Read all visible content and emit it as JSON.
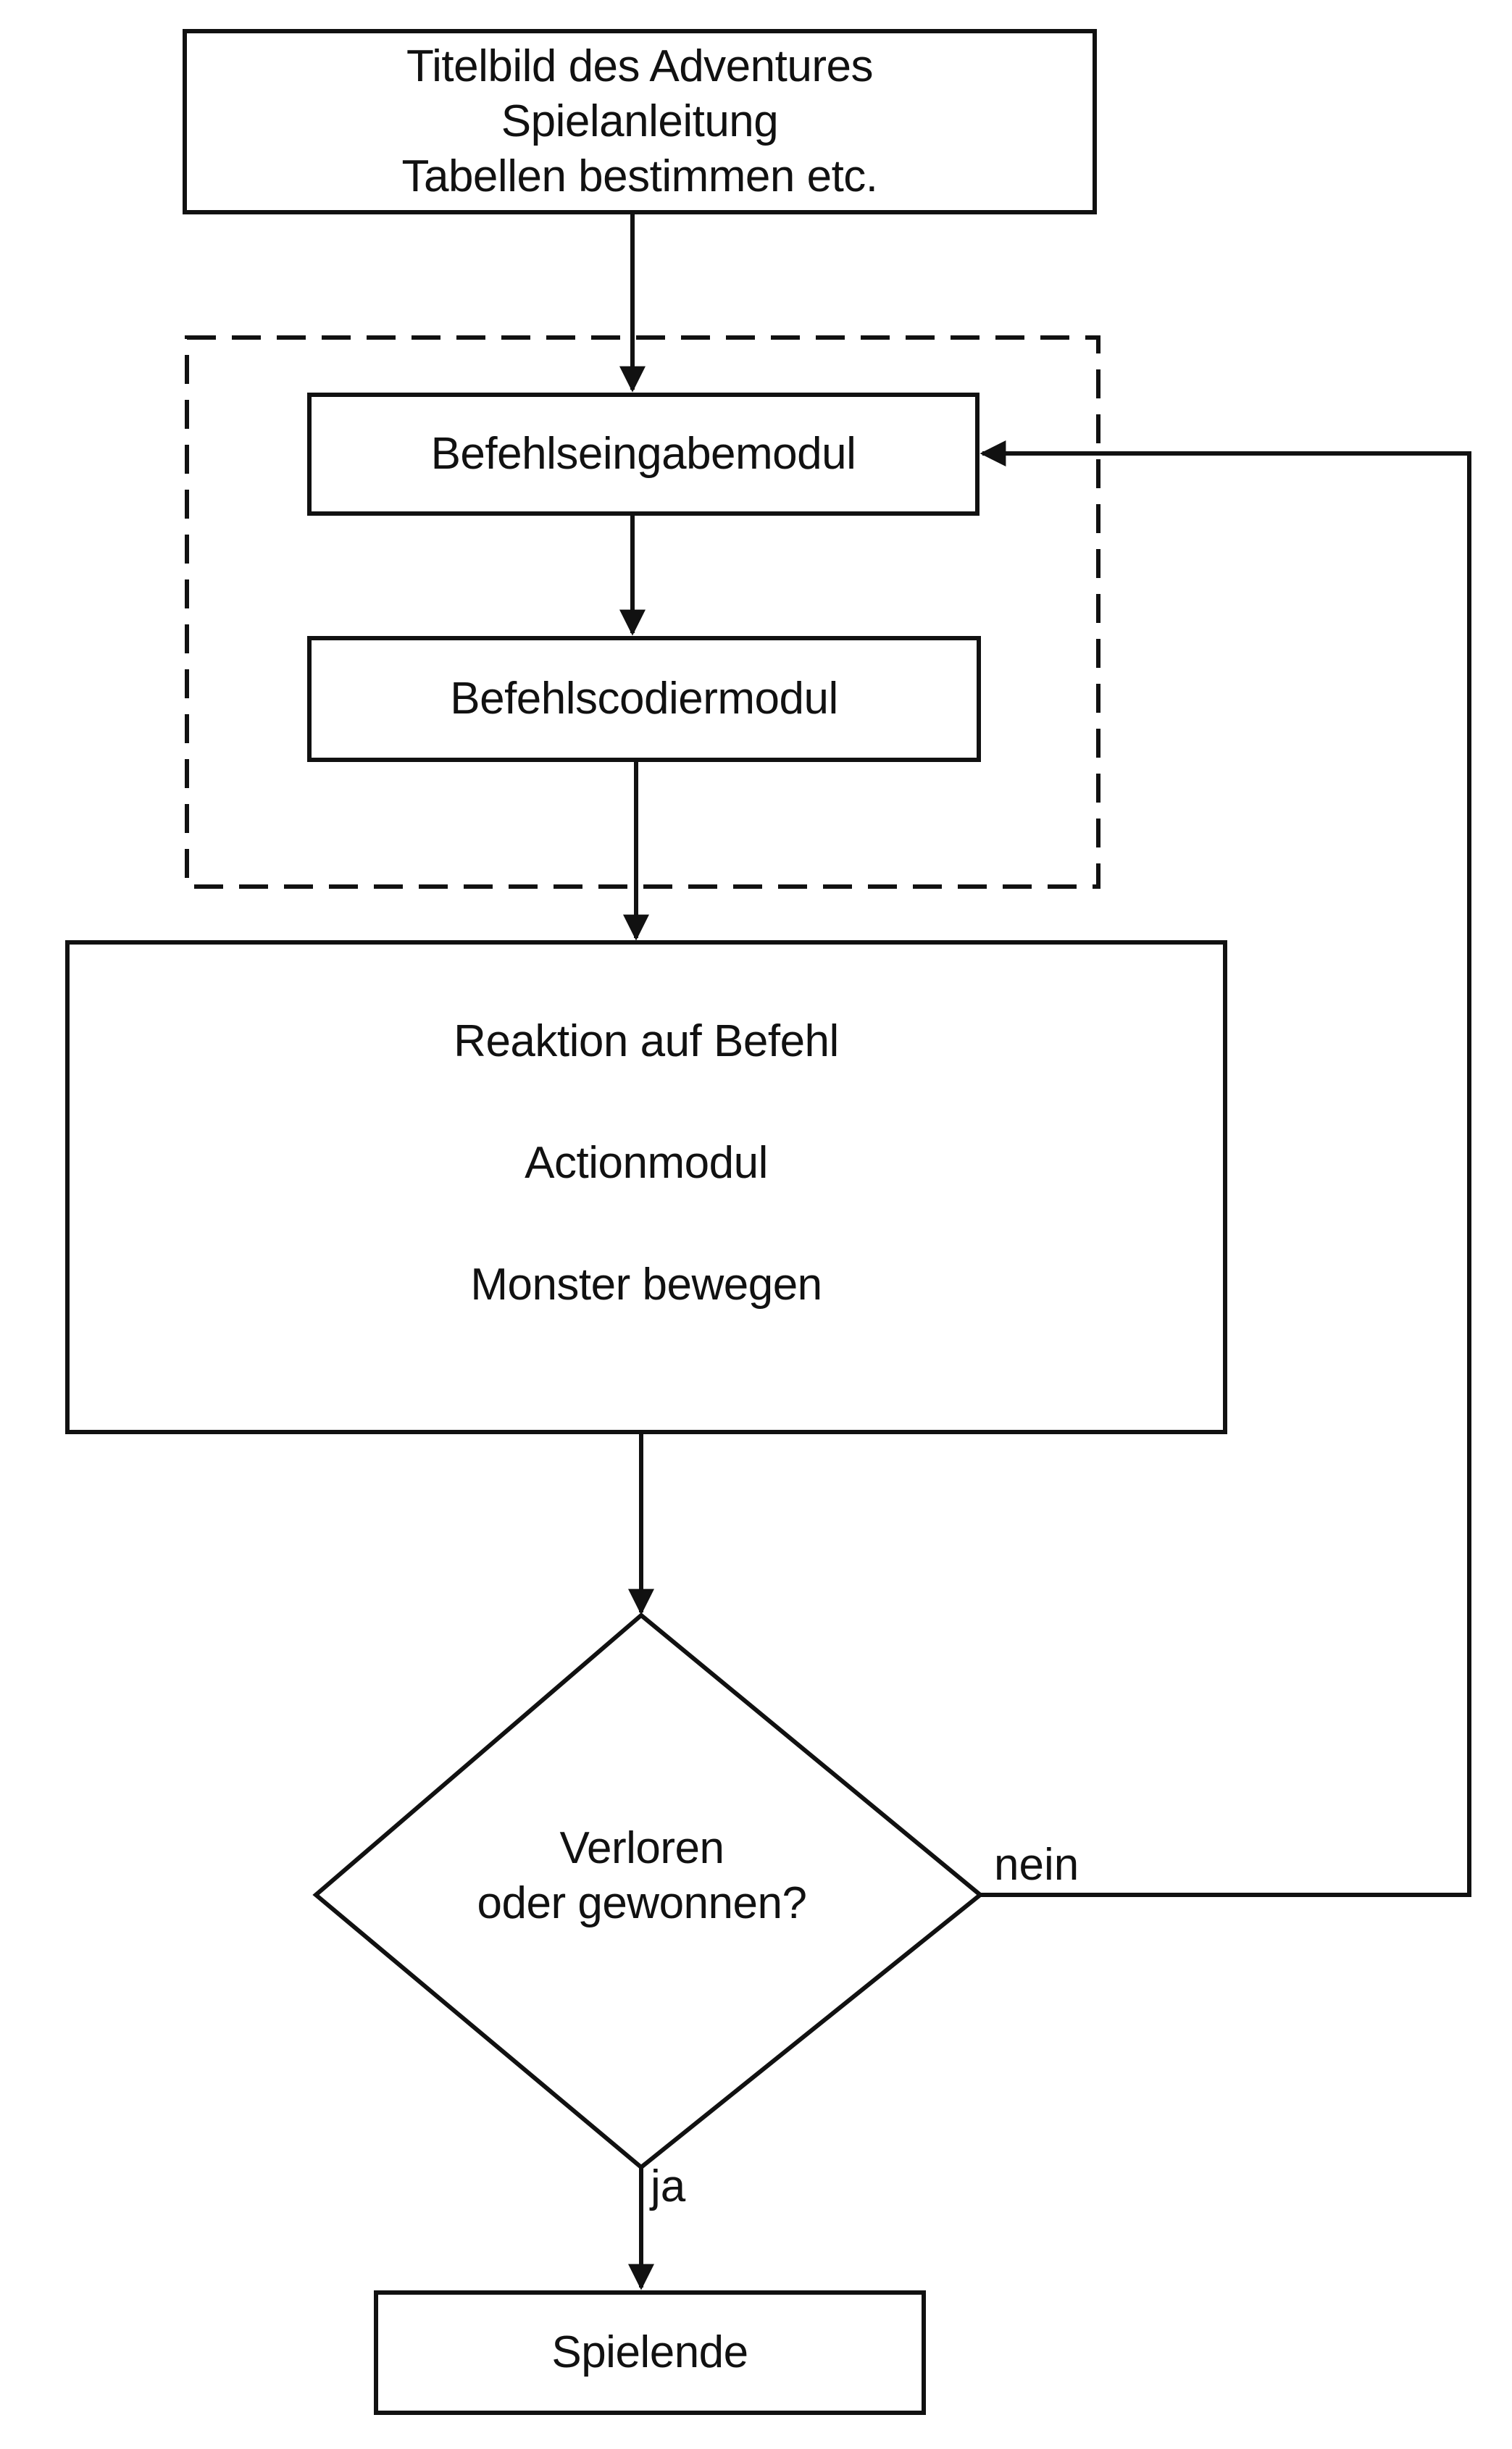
{
  "diagram": {
    "nodes": {
      "start": {
        "lines": [
          "Titelbild des Adventures",
          "Spielanleitung",
          "Tabellen bestimmen etc."
        ]
      },
      "input_module": {
        "label": "Befehlseingabemodul"
      },
      "coding_module": {
        "label": "Befehlscodiermodul"
      },
      "reaction": {
        "lines": [
          "Reaktion auf Befehl",
          "Actionmodul",
          "Monster bewegen"
        ]
      },
      "decision": {
        "lines": [
          "Verloren",
          "oder gewonnen?"
        ]
      },
      "end": {
        "label": "Spielende"
      }
    },
    "edges": {
      "no_label": "nein",
      "yes_label": "ja"
    },
    "colors": {
      "stroke": "#111111",
      "background": "#ffffff"
    }
  }
}
